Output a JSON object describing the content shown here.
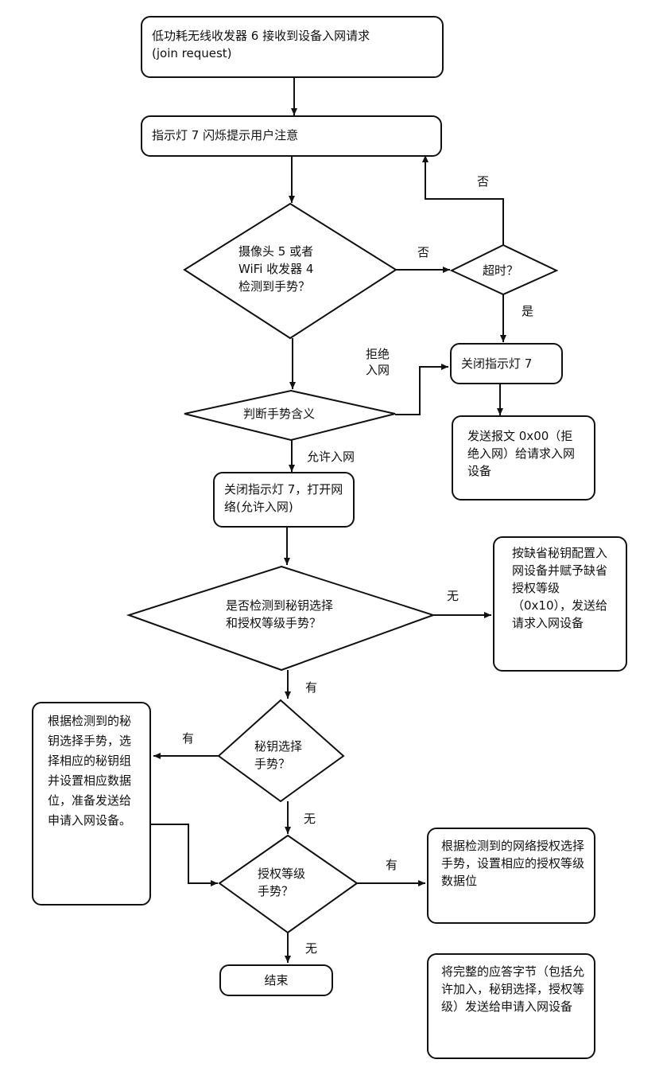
{
  "nodes": {
    "join_request": "低功耗无线收发器 6 接收到设备入网请求\n(join request)",
    "led_blink": "指示灯 7 闪烁提示用户注意",
    "gesture_detected": "摄像头 5 或者\nWiFi 收发器 4\n检测到手势？",
    "timeout": "超时？",
    "close_led_reject": "关闭指示灯 7",
    "send_reject": "发送报文 0x00（拒绝入网）给请求入网设备",
    "judge_gesture": "判断手势含义",
    "close_led_open_net": "关闭指示灯 7，打开网络(允许入网)",
    "key_auth_detected": "是否检测到秘钥选择\n和授权等级手势？",
    "default_config": "按缺省秘钥配置入网设备并赋予缺省授权等级（0x10），发送给请求入网设备",
    "key_select": "秘钥选择\n手势？",
    "key_select_action": "根据检测到的秘钥选择手势，选择相应的秘钥组并设置相应数据位，准备发送给申请入网设备。",
    "auth_level": "授权等级\n手势？",
    "auth_level_action": "根据检测到的网络授权选择手势，设置相应的授权等级数据位",
    "end": "结束",
    "send_response": "将完整的应答字节（包括允许加入，秘钥选择，授权等级）发送给申请入网设备"
  },
  "edges": {
    "no_timeout": "否",
    "timeout_no": "否",
    "timeout_yes": "是",
    "reject": "拒绝\n入网",
    "allow": "允许入网",
    "none_default": "无",
    "have_key_auth": "有",
    "have_key": "有",
    "no_key": "无",
    "have_auth": "有",
    "no_auth": "无"
  }
}
